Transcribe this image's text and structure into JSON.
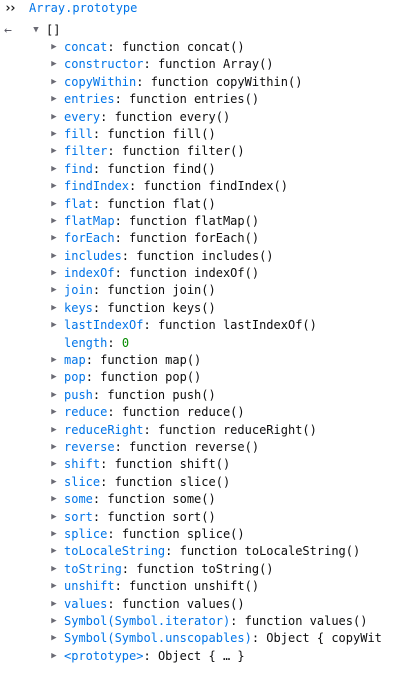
{
  "input": {
    "prompt_icon": "double-chevron-right-icon",
    "command": "Array.prototype"
  },
  "output": {
    "result_icon": "return-arrow-icon",
    "root_label": "[]"
  },
  "properties": [
    {
      "key": "concat",
      "value": "function concat()",
      "expandable": true
    },
    {
      "key": "constructor",
      "value": "function Array()",
      "expandable": true
    },
    {
      "key": "copyWithin",
      "value": "function copyWithin()",
      "expandable": true
    },
    {
      "key": "entries",
      "value": "function entries()",
      "expandable": true
    },
    {
      "key": "every",
      "value": "function every()",
      "expandable": true
    },
    {
      "key": "fill",
      "value": "function fill()",
      "expandable": true
    },
    {
      "key": "filter",
      "value": "function filter()",
      "expandable": true
    },
    {
      "key": "find",
      "value": "function find()",
      "expandable": true
    },
    {
      "key": "findIndex",
      "value": "function findIndex()",
      "expandable": true
    },
    {
      "key": "flat",
      "value": "function flat()",
      "expandable": true
    },
    {
      "key": "flatMap",
      "value": "function flatMap()",
      "expandable": true
    },
    {
      "key": "forEach",
      "value": "function forEach()",
      "expandable": true
    },
    {
      "key": "includes",
      "value": "function includes()",
      "expandable": true
    },
    {
      "key": "indexOf",
      "value": "function indexOf()",
      "expandable": true
    },
    {
      "key": "join",
      "value": "function join()",
      "expandable": true
    },
    {
      "key": "keys",
      "value": "function keys()",
      "expandable": true
    },
    {
      "key": "lastIndexOf",
      "value": "function lastIndexOf()",
      "expandable": true
    },
    {
      "key": "length",
      "value": "0",
      "expandable": false,
      "numeric": true
    },
    {
      "key": "map",
      "value": "function map()",
      "expandable": true
    },
    {
      "key": "pop",
      "value": "function pop()",
      "expandable": true
    },
    {
      "key": "push",
      "value": "function push()",
      "expandable": true
    },
    {
      "key": "reduce",
      "value": "function reduce()",
      "expandable": true
    },
    {
      "key": "reduceRight",
      "value": "function reduceRight()",
      "expandable": true
    },
    {
      "key": "reverse",
      "value": "function reverse()",
      "expandable": true
    },
    {
      "key": "shift",
      "value": "function shift()",
      "expandable": true
    },
    {
      "key": "slice",
      "value": "function slice()",
      "expandable": true
    },
    {
      "key": "some",
      "value": "function some()",
      "expandable": true
    },
    {
      "key": "sort",
      "value": "function sort()",
      "expandable": true
    },
    {
      "key": "splice",
      "value": "function splice()",
      "expandable": true
    },
    {
      "key": "toLocaleString",
      "value": "function toLocaleString()",
      "expandable": true
    },
    {
      "key": "toString",
      "value": "function toString()",
      "expandable": true
    },
    {
      "key": "unshift",
      "value": "function unshift()",
      "expandable": true
    },
    {
      "key": "values",
      "value": "function values()",
      "expandable": true
    },
    {
      "key": "Symbol(Symbol.iterator)",
      "value": "function values()",
      "expandable": true
    },
    {
      "key": "Symbol(Symbol.unscopables)",
      "value": "Object { copyWit",
      "expandable": true
    },
    {
      "key": "<prototype>",
      "value": "Object { … }",
      "expandable": true
    }
  ],
  "colors": {
    "key": "#0074e8",
    "number": "#058b00",
    "text": "#0c0c0d",
    "twisty": "#6a6a73"
  }
}
